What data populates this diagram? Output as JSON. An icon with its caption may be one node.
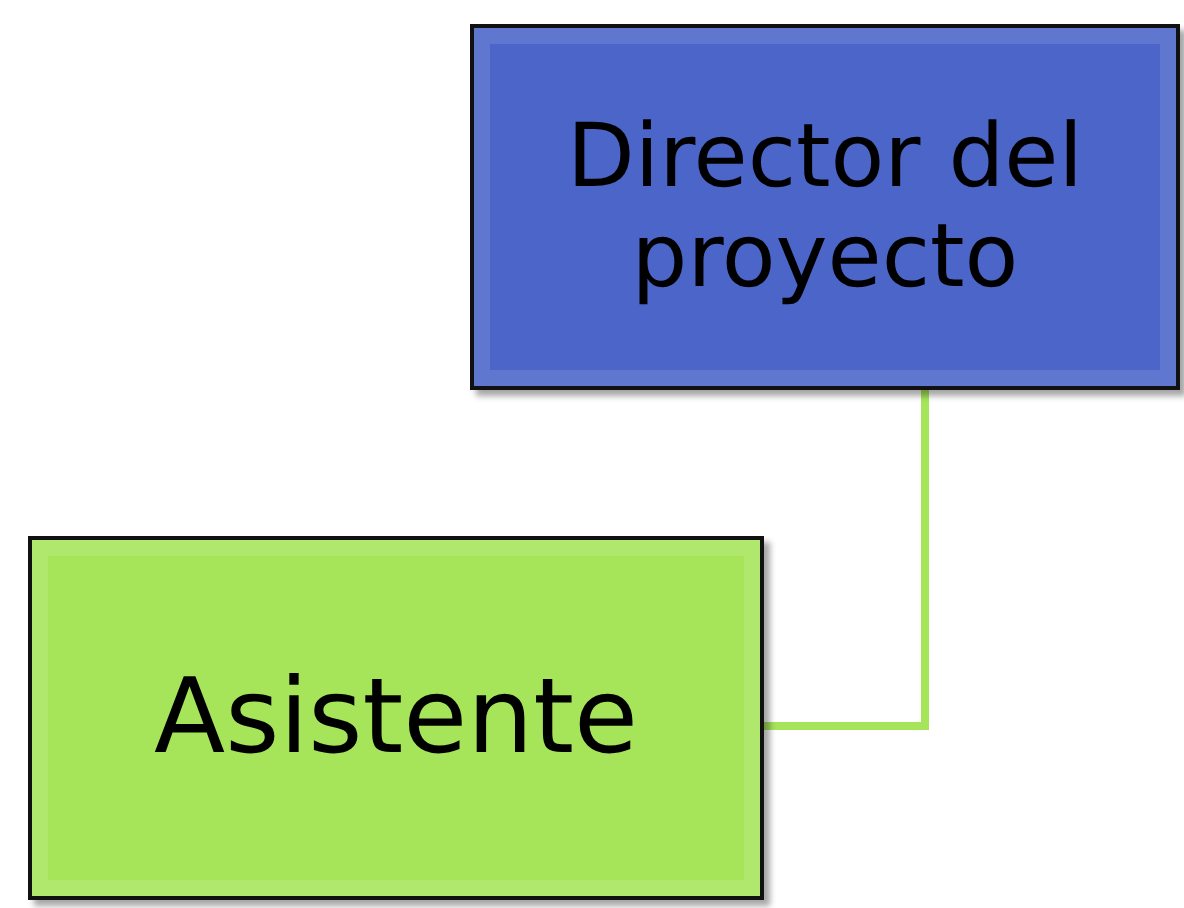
{
  "diagram": {
    "nodes": [
      {
        "text": [
          "Director del proyecto"
        ]
      },
      {
        "text": [
          "Asistente"
        ]
      }
    ],
    "edges": [
      {
        "from": 0,
        "to": 1,
        "arrow": "none"
      }
    ]
  }
}
